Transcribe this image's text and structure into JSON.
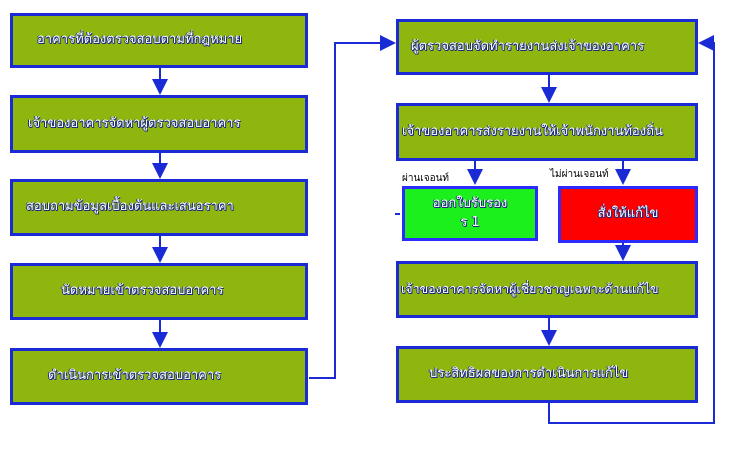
{
  "left_steps": [
    {
      "label": "อาคารที่ต้องตรวจสอบตามที่กฎหมาย"
    },
    {
      "label": "เจ้าของอาคารจัดหาผู้ตรวจสอบอาคาร"
    },
    {
      "label": "สอบถามข้อมูลเบื้องต้นและเสนอราคา"
    },
    {
      "label": "นัดหมายเข้าตรวจสอบอาคาร"
    },
    {
      "label": "ดำเนินการเข้าตรวจสอบอาคาร"
    }
  ],
  "right_steps": {
    "report_to_owner": "ผู้ตรวจสอบจัดทำรายงานส่งเจ้าของอาคาร",
    "submit_to_official": "เจ้าของอาคารส่งรายงานให้เจ้าพนักงานท้องถิ่น",
    "pass_label": "ผ่านเจอนท์",
    "fail_label": "ไม่ผ่านเจอนท์",
    "pass_result_line1": "ออกใบรับรอง",
    "pass_result_line2": "ร 1",
    "fail_result": "สั่งให้แก้ไข",
    "hire_expert": "เจ้าของอาคารจัดหาผู้เชี่ยวชาญเฉพาะด้านแก้ไข",
    "evaluate": "ประสิทธิผลของการดำเนินการแก้ไข"
  },
  "colors": {
    "box_fill": "#8fb60f",
    "box_border": "#1a2bd6",
    "pass_fill": "#1cf01c",
    "fail_fill": "#ff0000",
    "arrow": "#1a2bd6"
  }
}
